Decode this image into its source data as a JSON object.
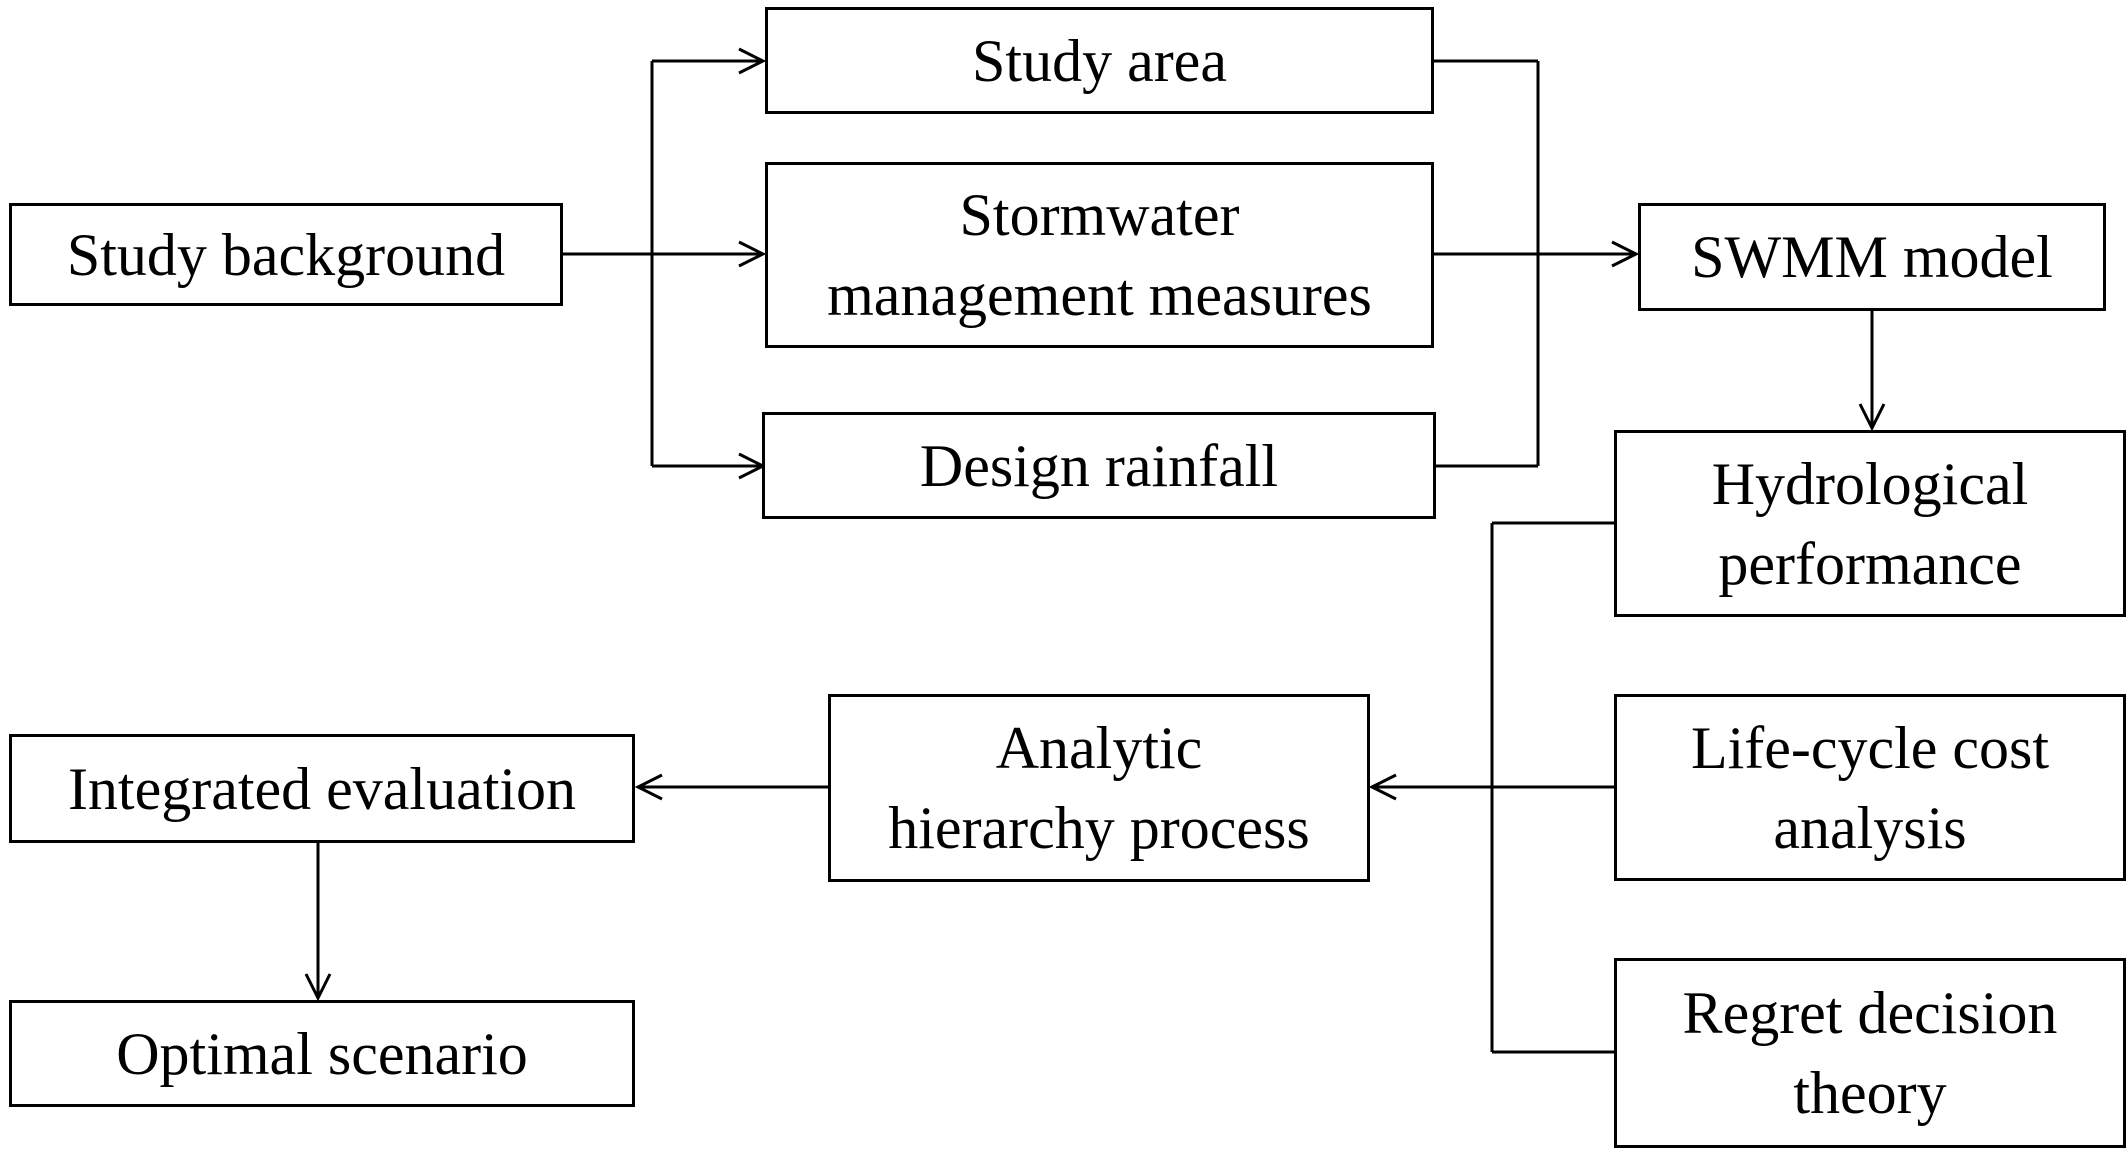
{
  "nodes": {
    "study_background": {
      "lines": [
        "Study background"
      ]
    },
    "study_area": {
      "lines": [
        "Study area"
      ]
    },
    "stormwater": {
      "lines": [
        "Stormwater",
        "management measures"
      ]
    },
    "design_rainfall": {
      "lines": [
        "Design rainfall"
      ]
    },
    "swmm_model": {
      "lines": [
        "SWMM model"
      ]
    },
    "hydrological": {
      "lines": [
        "Hydrological",
        "performance"
      ]
    },
    "life_cycle": {
      "lines": [
        "Life-cycle cost",
        "analysis"
      ]
    },
    "regret": {
      "lines": [
        "Regret decision",
        "theory"
      ]
    },
    "ahp": {
      "lines": [
        "Analytic",
        "hierarchy process"
      ]
    },
    "integrated": {
      "lines": [
        "Integrated evaluation"
      ]
    },
    "optimal": {
      "lines": [
        "Optimal scenario"
      ]
    }
  },
  "edges": [
    {
      "from": "study_background",
      "to": "study_area"
    },
    {
      "from": "study_background",
      "to": "stormwater"
    },
    {
      "from": "study_background",
      "to": "design_rainfall"
    },
    {
      "from": "study_area",
      "to": "swmm_model"
    },
    {
      "from": "stormwater",
      "to": "swmm_model"
    },
    {
      "from": "design_rainfall",
      "to": "swmm_model"
    },
    {
      "from": "swmm_model",
      "to": "hydrological"
    },
    {
      "from": "hydrological",
      "to": "ahp"
    },
    {
      "from": "life_cycle",
      "to": "ahp"
    },
    {
      "from": "regret",
      "to": "ahp"
    },
    {
      "from": "ahp",
      "to": "integrated"
    },
    {
      "from": "integrated",
      "to": "optimal"
    }
  ],
  "colors": {
    "stroke": "#000000",
    "background": "#ffffff",
    "text": "#000000"
  }
}
